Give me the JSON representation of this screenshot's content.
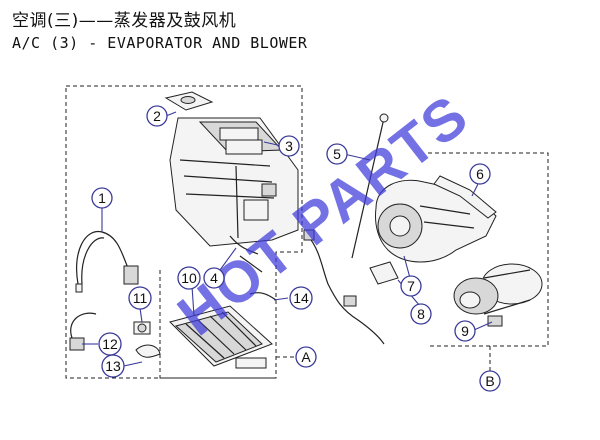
{
  "header": {
    "title_cn": "空调(三)——蒸发器及鼓风机",
    "title_en": "A/C (3) - EVAPORATOR AND BLOWER"
  },
  "watermark": {
    "text": "HOT PARTS",
    "color": "#3d3ad8"
  },
  "callouts": {
    "c1": "1",
    "c2": "2",
    "c3": "3",
    "c4": "4",
    "c5": "5",
    "c6": "6",
    "c7": "7",
    "c8": "8",
    "c9": "9",
    "c10": "10",
    "c11": "11",
    "c12": "12",
    "c13": "13",
    "c14": "14",
    "cA": "A",
    "cB": "B"
  },
  "colors": {
    "callout_stroke": "#3a3a9a",
    "line": "#222222"
  }
}
